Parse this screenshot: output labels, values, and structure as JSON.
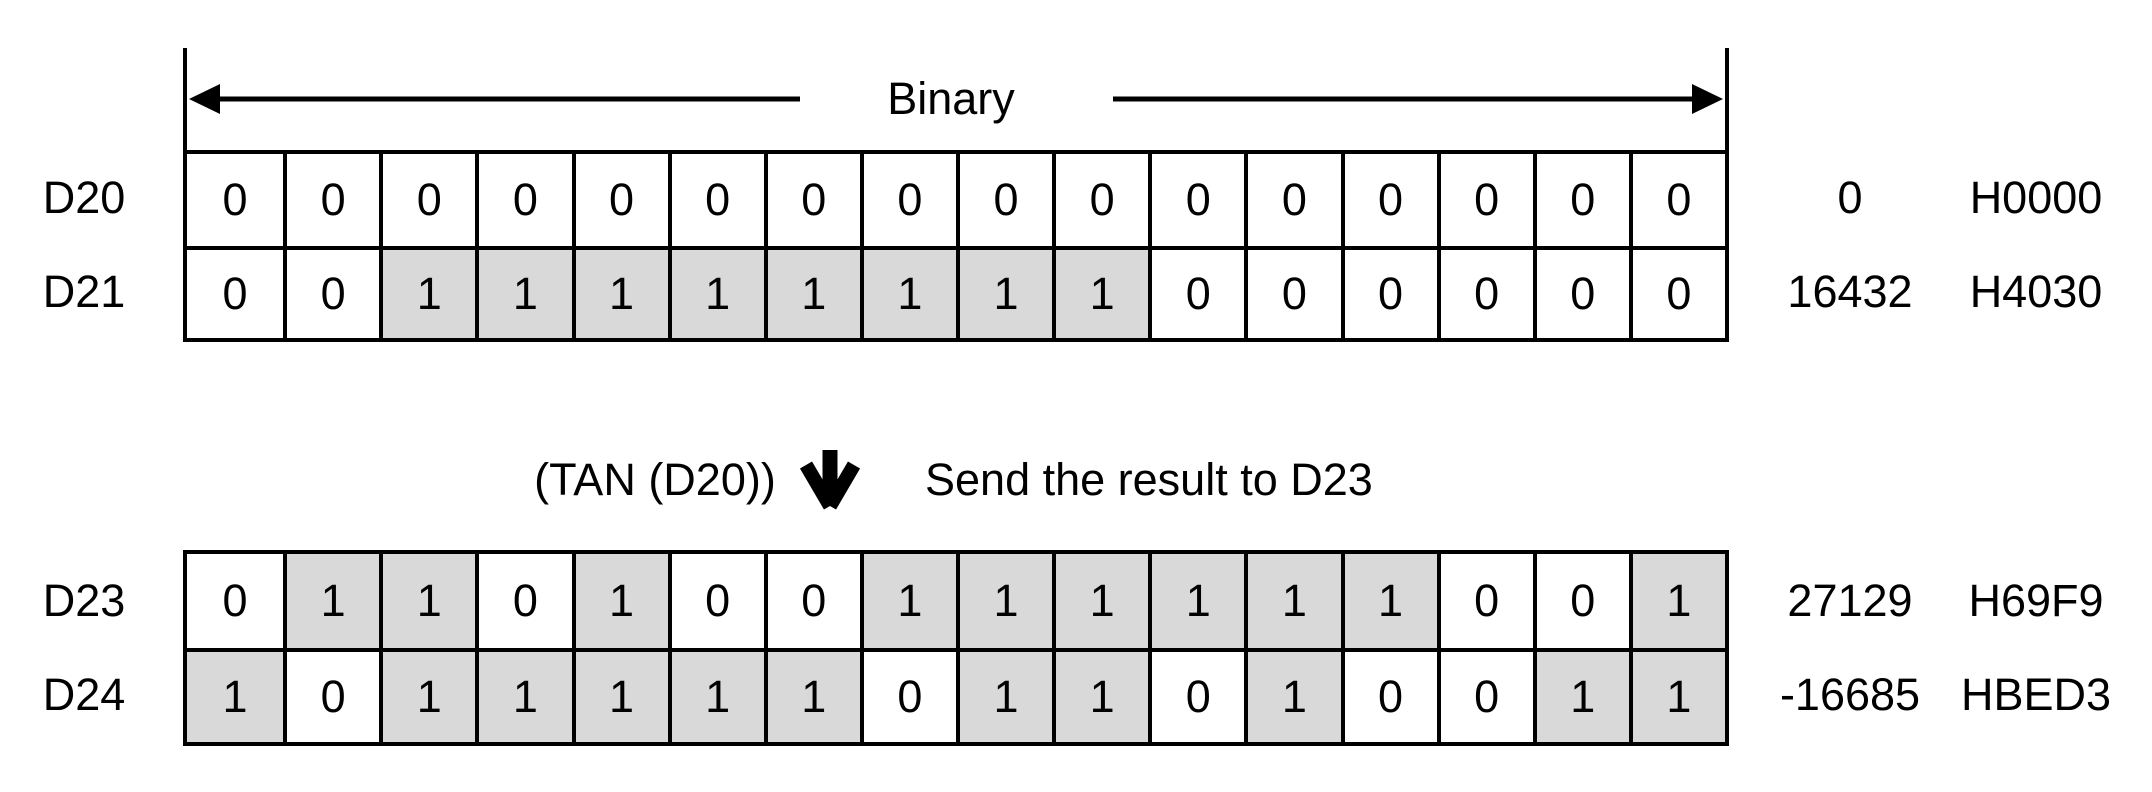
{
  "header": {
    "binary_label": "Binary"
  },
  "operation": {
    "expression": "(TAN (D20))",
    "arrow_icon": "down-arrow",
    "description": "Send the result to D23"
  },
  "colors": {
    "bit_on_fill": "#d9d9d9",
    "bit_off_fill": "#ffffff",
    "line": "#000000"
  },
  "registers": [
    {
      "name": "D20",
      "bits": [
        0,
        0,
        0,
        0,
        0,
        0,
        0,
        0,
        0,
        0,
        0,
        0,
        0,
        0,
        0,
        0
      ],
      "decimal": "0",
      "hex": "H0000"
    },
    {
      "name": "D21",
      "bits": [
        0,
        0,
        1,
        1,
        1,
        1,
        1,
        1,
        1,
        1,
        0,
        0,
        0,
        0,
        0,
        0
      ],
      "decimal": "16432",
      "hex": "H4030"
    },
    {
      "name": "D23",
      "bits": [
        0,
        1,
        1,
        0,
        1,
        0,
        0,
        1,
        1,
        1,
        1,
        1,
        1,
        0,
        0,
        1
      ],
      "decimal": "27129",
      "hex": "H69F9"
    },
    {
      "name": "D24",
      "bits": [
        1,
        0,
        1,
        1,
        1,
        1,
        1,
        0,
        1,
        1,
        0,
        1,
        0,
        0,
        1,
        1
      ],
      "decimal": "-16685",
      "hex": "HBED3"
    }
  ]
}
